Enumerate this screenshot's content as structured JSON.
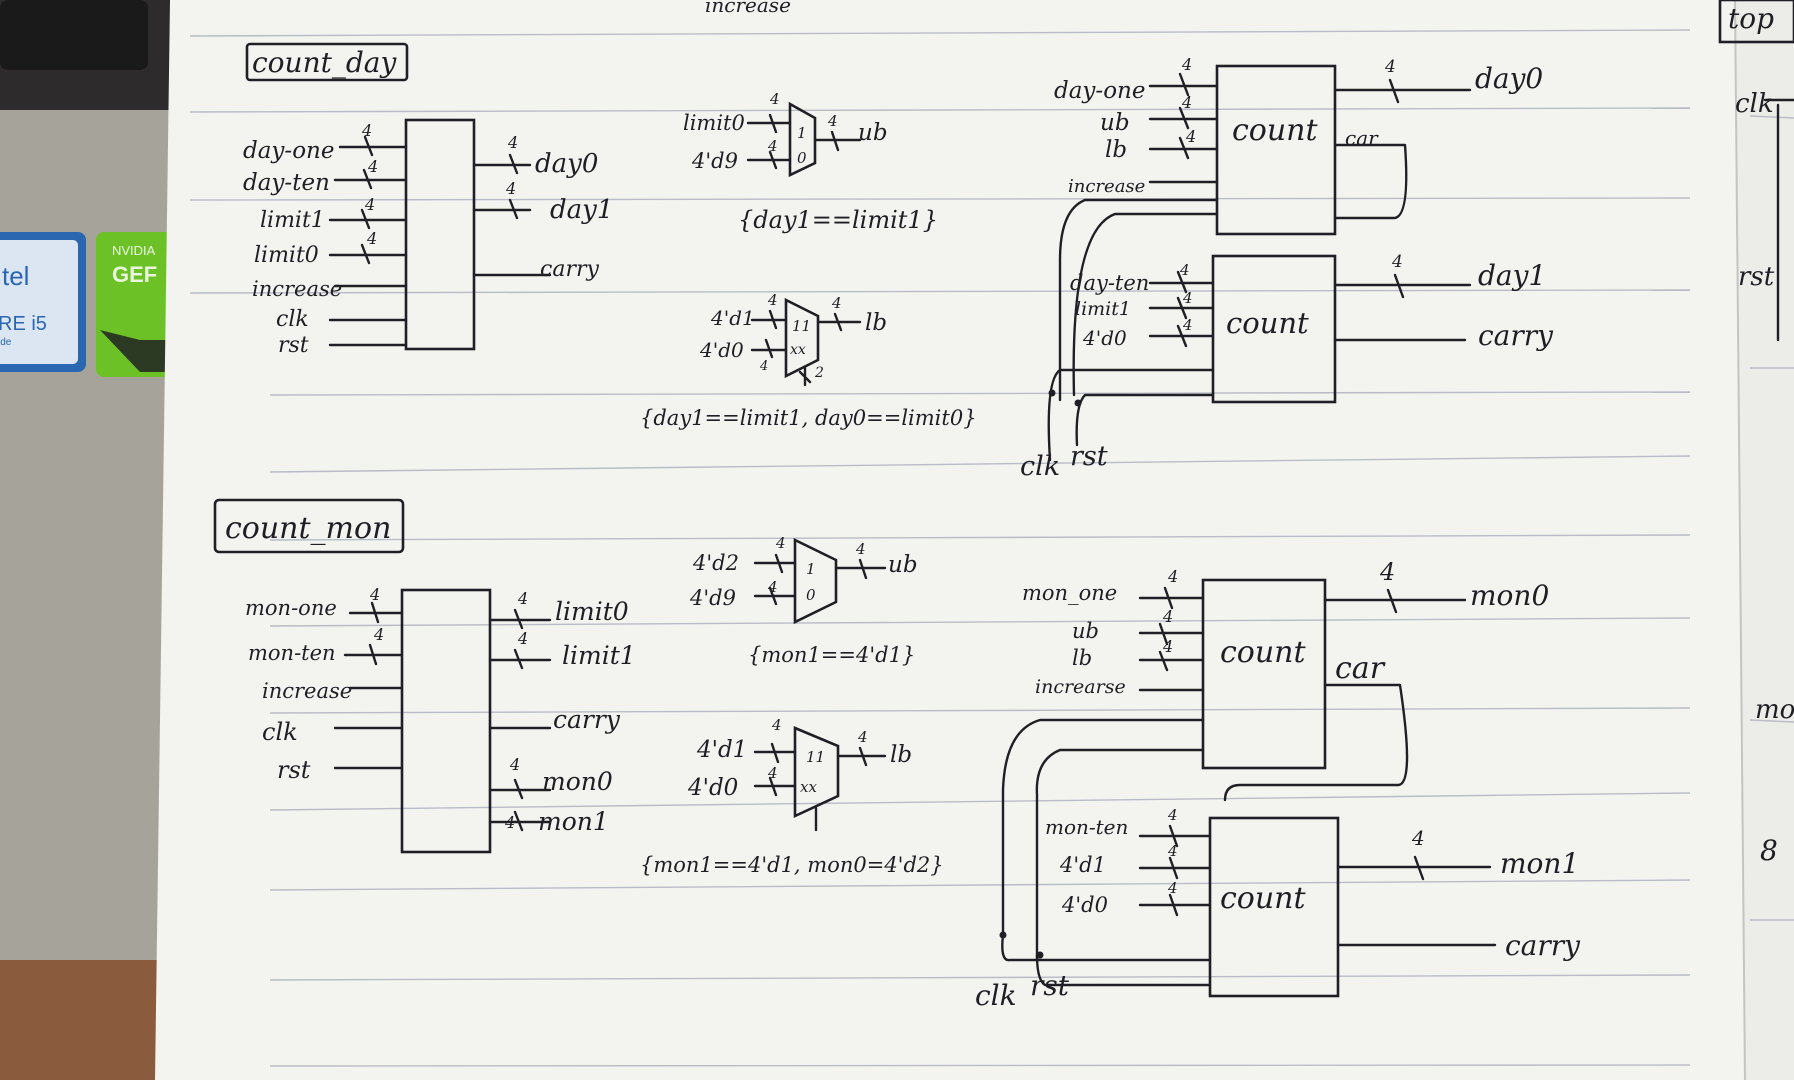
{
  "titles": {
    "count_day": "count_day",
    "count_mon": "count_mon",
    "top": "top",
    "top_header": "increase"
  },
  "day": {
    "inputs": [
      "day-one",
      "day-ten",
      "limit1",
      "limit0",
      "increase",
      "clk",
      "rst"
    ],
    "widths": {
      "day_one": "4",
      "day_ten": "4",
      "limit1": "4",
      "limit0": "4"
    },
    "outputs": {
      "day0": "day0",
      "day1": "day1",
      "carry": "carry",
      "w0": "4",
      "w1": "4"
    },
    "mux1": {
      "in1": "limit0",
      "in0": "4'd9",
      "w1": "4",
      "w0": "4",
      "sel1": "1",
      "sel0": "0",
      "out": "ub",
      "wout": "4",
      "cond": "{day1==limit1}"
    },
    "mux2": {
      "in1": "4'd1",
      "in0": "4'd0",
      "w1": "4",
      "w0": "4",
      "sel1": "11",
      "sel0": "xx",
      "out": "lb",
      "wout": "4",
      "wsel": "2",
      "cond": "{day1==limit1, day0==limit0}"
    },
    "cnt1": {
      "in1": "day-one",
      "in2": "ub",
      "in3": "lb",
      "in4": "increase",
      "w": "4",
      "label": "count",
      "out": "day0",
      "wout": "4",
      "car": "car"
    },
    "cnt2": {
      "in1": "day-ten",
      "in2": "limit1",
      "in3": "4'd0",
      "w": "4",
      "label": "count",
      "out": "day1",
      "wout": "4",
      "carry": "carry"
    },
    "clk": "clk",
    "rst": "rst"
  },
  "mon": {
    "inputs": [
      "mon-one",
      "mon-ten",
      "increase",
      "clk",
      "rst"
    ],
    "widths": {
      "mon_one": "4",
      "mon_ten": "4"
    },
    "outputs": {
      "limit0": "limit0",
      "limit1": "limit1",
      "carry": "carry",
      "mon0": "mon0",
      "mon1": "mon1",
      "w": "4"
    },
    "mux1": {
      "in1": "4'd2",
      "in0": "4'd9",
      "w1": "4",
      "w0": "4",
      "sel1": "1",
      "sel0": "0",
      "out": "ub",
      "wout": "4",
      "cond": "{mon1==4'd1}"
    },
    "mux2": {
      "in1": "4'd1",
      "in0": "4'd0",
      "w1": "4",
      "w0": "4",
      "sel1": "11",
      "sel0": "xx",
      "out": "lb",
      "wout": "4",
      "cond": "{mon1==4'd1, mon0=4'd2}"
    },
    "cnt1": {
      "in1": "mon_one",
      "in2": "ub",
      "in3": "lb",
      "in4": "increarse",
      "w": "4",
      "label": "count",
      "out": "mon0",
      "wout": "4",
      "car": "car"
    },
    "cnt2": {
      "in1": "mon-ten",
      "in2": "4'd1",
      "in3": "4'd0",
      "w": "4",
      "label": "count",
      "out": "mon1",
      "wout": "4",
      "carry": "carry"
    },
    "clk": "clk",
    "rst": "rst"
  },
  "right_page": {
    "clk": "clk",
    "rst": "rst",
    "mo": "mo",
    "mark": "8"
  },
  "laptop": {
    "brand1": "NVIDIA",
    "brand2": "GEF",
    "brand3": "tel",
    "brand4": "RE i5",
    "brand5": "ide"
  },
  "colors": {
    "paper": "#f3f3f0",
    "ink": "#1e1e24",
    "rules": "#b9bcc6",
    "nvidia_green": "#6cc127",
    "intel_blue": "#2a67b0"
  }
}
